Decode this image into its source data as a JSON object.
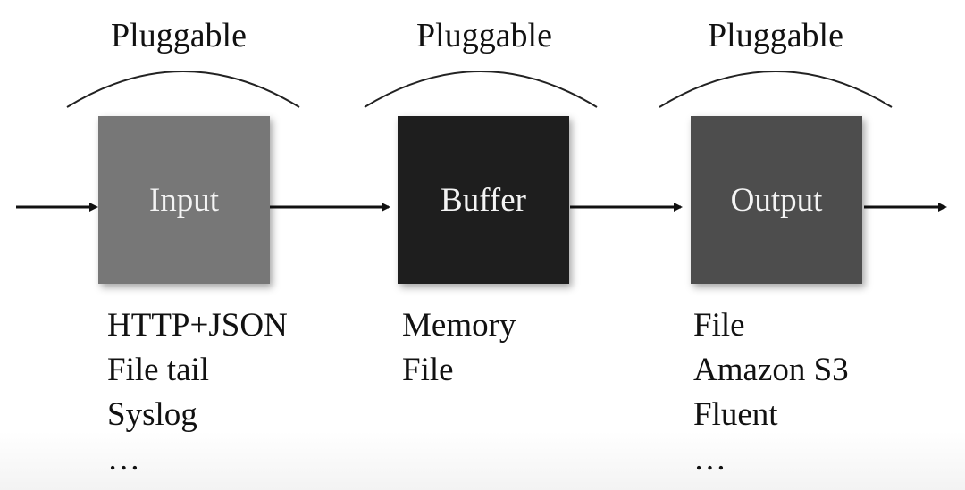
{
  "stages": [
    {
      "id": "input",
      "top_label": "Pluggable",
      "name": "Input",
      "color": "#777777",
      "items": [
        "HTTP+JSON",
        "File tail",
        "Syslog",
        "…"
      ]
    },
    {
      "id": "buffer",
      "top_label": "Pluggable",
      "name": "Buffer",
      "color": "#1e1e1e",
      "items": [
        "Memory",
        "File"
      ]
    },
    {
      "id": "output",
      "top_label": "Pluggable",
      "name": "Output",
      "color": "#4d4d4d",
      "items": [
        "File",
        "Amazon S3",
        "Fluent",
        "…"
      ]
    }
  ]
}
